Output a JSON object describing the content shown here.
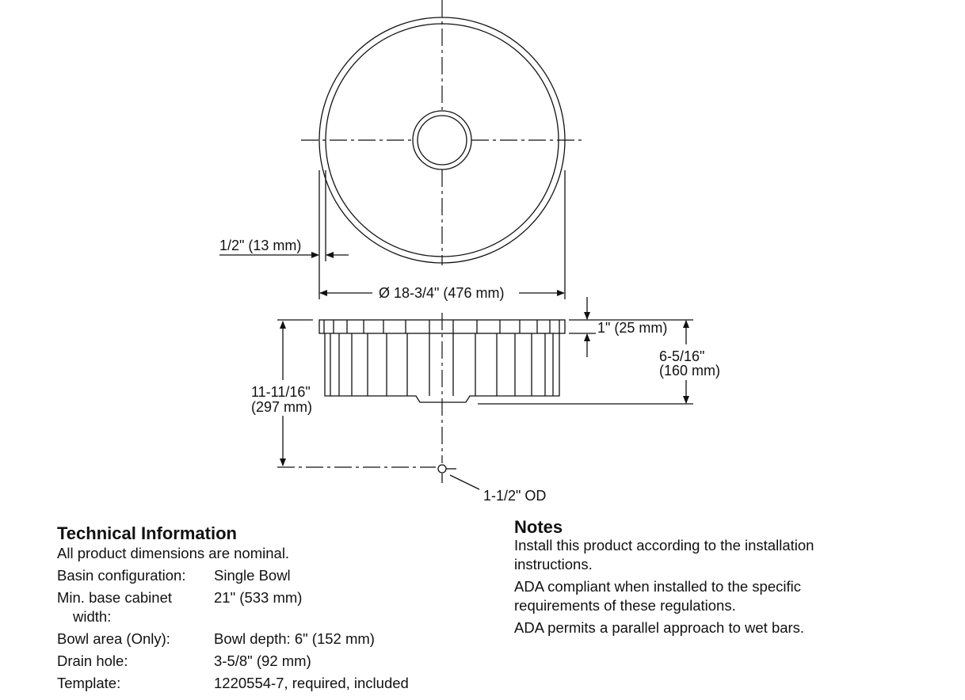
{
  "drawing": {
    "rim_offset": "1/2\" (13 mm)",
    "diameter": "Ø 18-3/4\" (476 mm)",
    "rim_height": "1\" (25 mm)",
    "bowl_depth_line1": "6-5/16\"",
    "bowl_depth_line2": "(160 mm)",
    "overall_height_line1": "11-11/16\"",
    "overall_height_line2": "(297 mm)",
    "drain_od": "1-1/2\" OD"
  },
  "technical": {
    "title": "Technical Information",
    "intro": "All product dimensions are nominal.",
    "rows": [
      {
        "label": "Basin configuration:",
        "value": "Single Bowl"
      },
      {
        "label": "Min. base cabinet",
        "label2": "width:",
        "value": "21\" (533 mm)"
      },
      {
        "label": "Bowl area (Only):",
        "value": "Bowl depth: 6\" (152 mm)"
      },
      {
        "label": "Drain hole:",
        "value": "3-5/8\" (92 mm)"
      },
      {
        "label": "Template:",
        "value": "1220554-7, required, included"
      }
    ]
  },
  "notes": {
    "title": "Notes",
    "items": [
      {
        "line1": "Install this product according to the installation",
        "line2": "instructions."
      },
      {
        "line1": "ADA compliant when installed to the specific",
        "line2": "requirements of these regulations."
      },
      {
        "line1": "ADA permits a parallel approach to wet bars."
      }
    ]
  }
}
